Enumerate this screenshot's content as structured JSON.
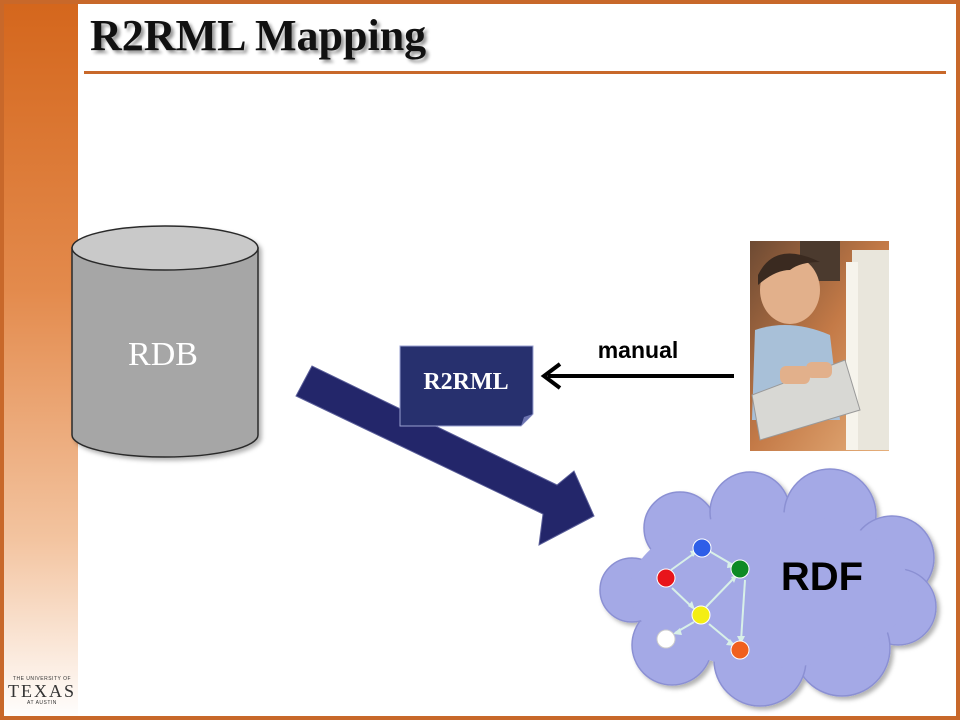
{
  "slide": {
    "title": "R2RML Mapping"
  },
  "diagram": {
    "database_label": "RDB",
    "mapping_doc_label": "R2RML",
    "edge_label": "manual",
    "output_label": "RDF"
  },
  "logo": {
    "line1": "THE UNIVERSITY OF",
    "line2": "TEXAS",
    "line3": "AT AUSTIN"
  },
  "colors": {
    "accent": "#c8682a",
    "arrow": "#23266a",
    "cloud": "#a4a9e6",
    "database": "#a6a6a6",
    "document": "#27306e"
  }
}
